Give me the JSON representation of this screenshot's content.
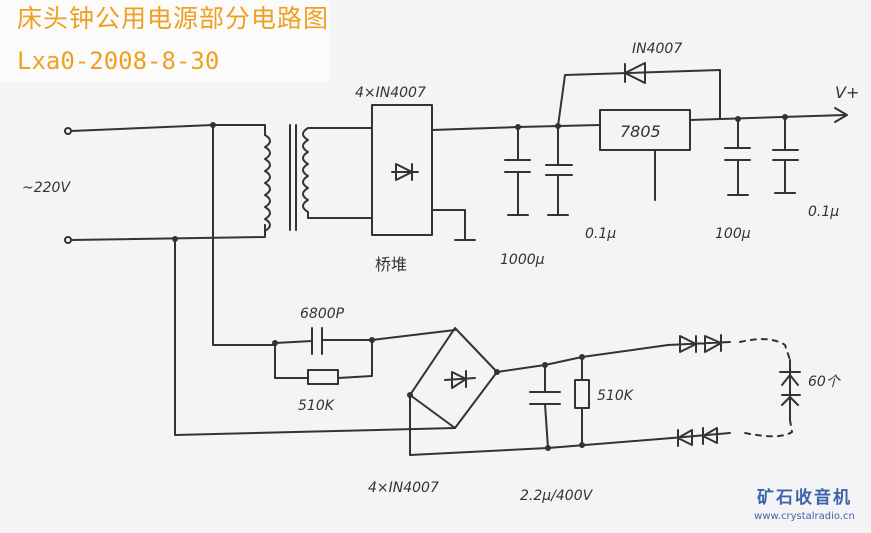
{
  "title": "床头钟公用电源部分电路图",
  "subtitle": "Lxa0-2008-8-30",
  "labels": {
    "ac_input": "~220V",
    "bridge_top": "4×IN4007",
    "bridge_top_note": "桥堆",
    "protect_diode": "IN4007",
    "regulator": "7805",
    "output": "V+",
    "c1": "1000μ",
    "c2": "0.1μ",
    "c3": "100μ",
    "c4": "0.1μ",
    "c_drop": "6800P",
    "r_drop": "510K",
    "bridge_bottom": "4×IN4007",
    "c_filter": "2.2μ/400V",
    "r_bleed": "510K",
    "led_count": "60个"
  },
  "watermark": {
    "cn": "矿石收音机",
    "url": "www.crystalradio.cn"
  }
}
